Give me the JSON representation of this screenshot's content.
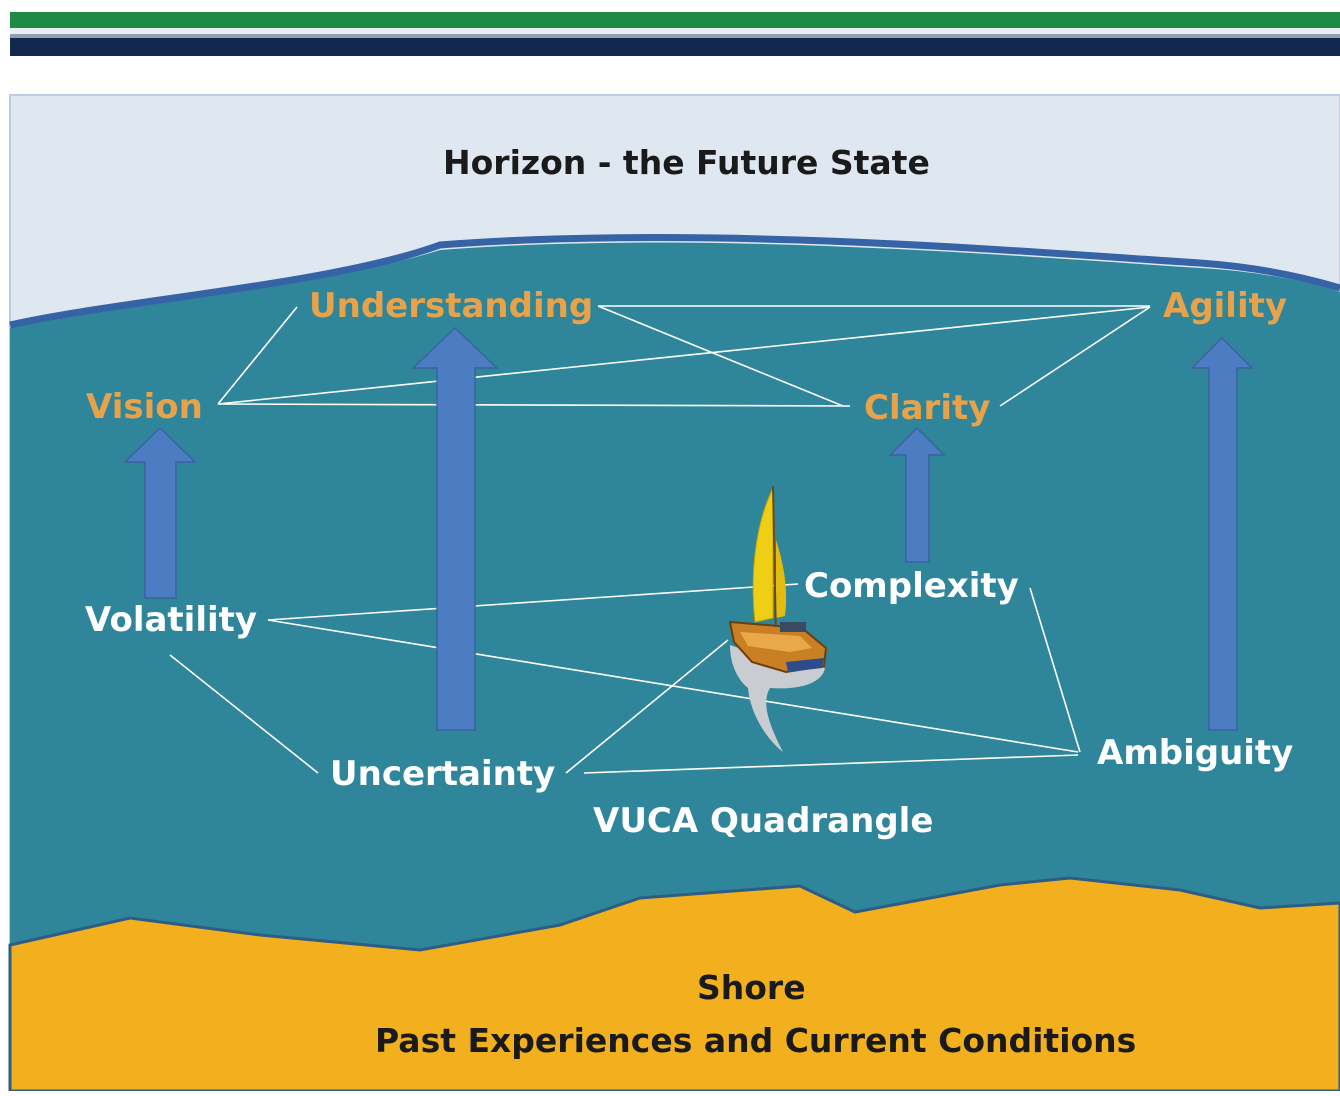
{
  "header": {
    "stripe_colors": [
      "#1f8a43",
      "#12294d"
    ]
  },
  "diagram": {
    "horizon_title": "Horizon - the Future State",
    "goals": {
      "vision": "Vision",
      "understanding": "Understanding",
      "clarity": "Clarity",
      "agility": "Agility"
    },
    "vuca": {
      "volatility": "Volatility",
      "uncertainty": "Uncertainty",
      "complexity": "Complexity",
      "ambiguity": "Ambiguity"
    },
    "quadrangle_label": "VUCA Quadrangle",
    "shore": {
      "title": "Shore",
      "subtitle": "Past Experiences and Current Conditions"
    },
    "colors": {
      "sky": "#dfe7f1",
      "sea": "#2f8599",
      "shore": "#f2b01e",
      "goal_text": "#e8a34a",
      "arrow": "#4c7dc2",
      "horizon_line": "#3563a6"
    }
  }
}
